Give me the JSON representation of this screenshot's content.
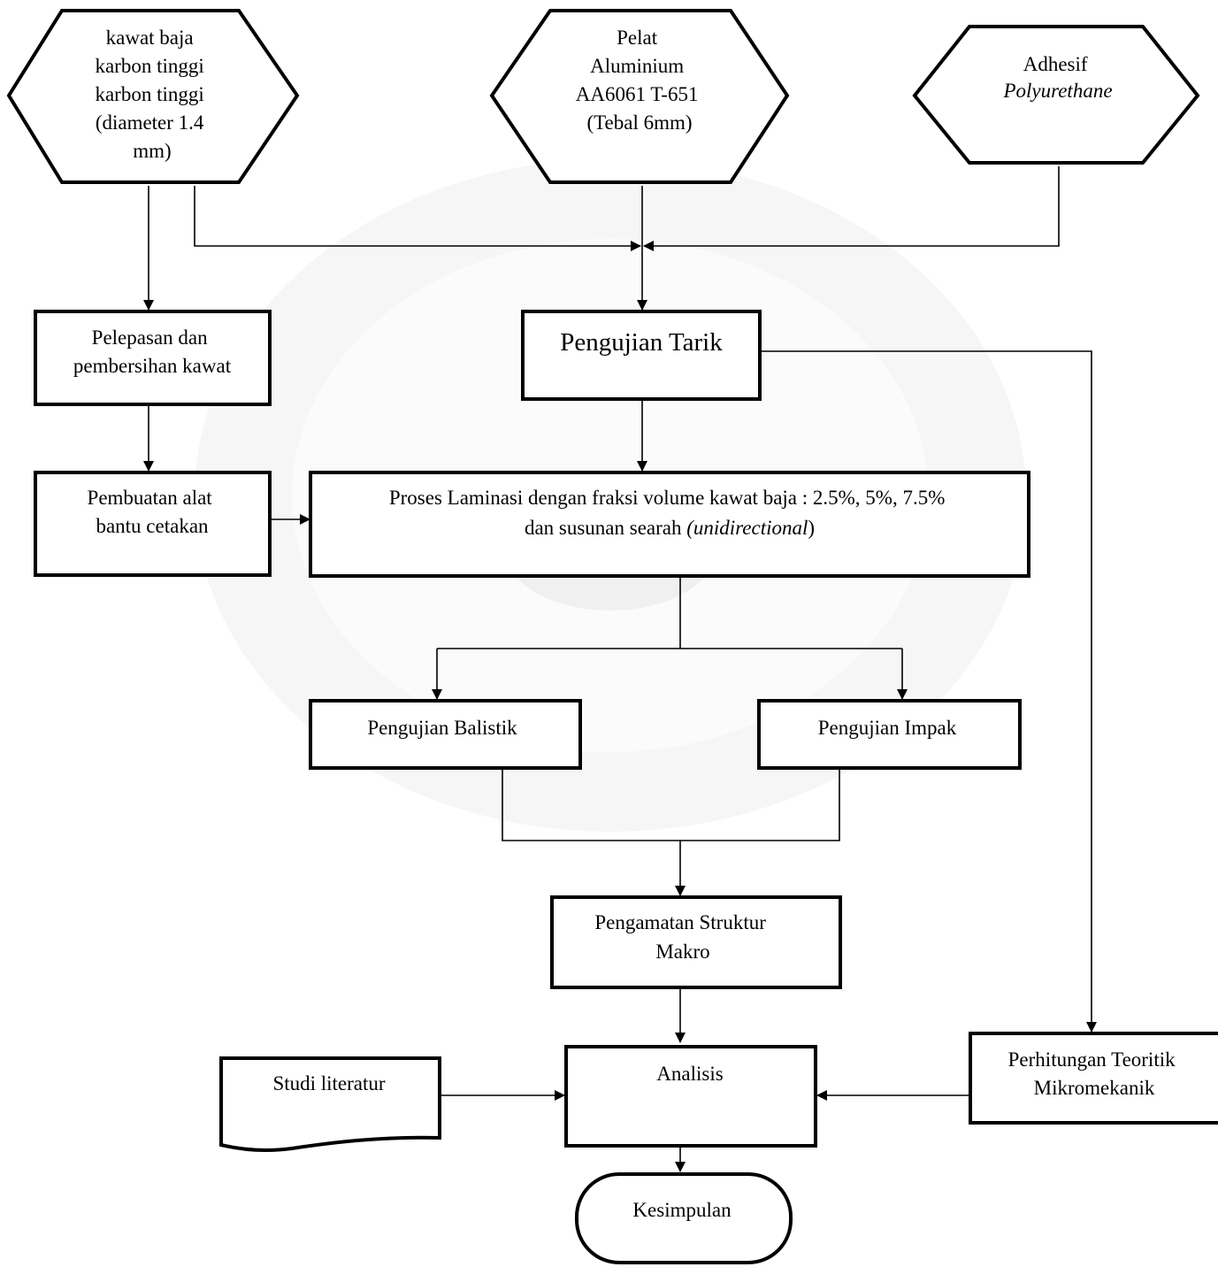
{
  "nodes": {
    "wire": {
      "lines": [
        "kawat baja",
        "karbon tinggi",
        "karbon tinggi",
        "(diameter 1.4",
        "mm)"
      ]
    },
    "plate": {
      "lines": [
        "Pelat",
        "Aluminium",
        "AA6061 T-651",
        "(Tebal 6mm)"
      ]
    },
    "adhesive": {
      "lines": [
        "Adhesif",
        "Polyurethane"
      ]
    },
    "cleaning": {
      "lines": [
        "Pelepasan dan",
        "pembersihan kawat"
      ]
    },
    "tensile": {
      "lines": [
        "Pengujian Tarik"
      ]
    },
    "mold": {
      "lines": [
        "Pembuatan alat",
        "bantu cetakan"
      ]
    },
    "lamination": {
      "line1": "Proses Laminasi dengan fraksi volume kawat baja : 2.5%, 5%, 7.5%",
      "line2_prefix": "dan susunan searah ",
      "line2_italic": "(unidirectional",
      "line2_suffix": ")"
    },
    "ballistic": {
      "lines": [
        "Pengujian Balistik"
      ]
    },
    "impact": {
      "lines": [
        "Pengujian Impak"
      ]
    },
    "macro": {
      "lines": [
        "Pengamatan Struktur",
        "Makro"
      ]
    },
    "literature": {
      "lines": [
        "Studi literatur"
      ]
    },
    "analysis": {
      "lines": [
        "Analisis"
      ]
    },
    "theory": {
      "lines": [
        "Perhitungan Teoritik",
        "Mikromekanik"
      ]
    },
    "conclusion": {
      "lines": [
        "Kesimpulan"
      ]
    }
  }
}
